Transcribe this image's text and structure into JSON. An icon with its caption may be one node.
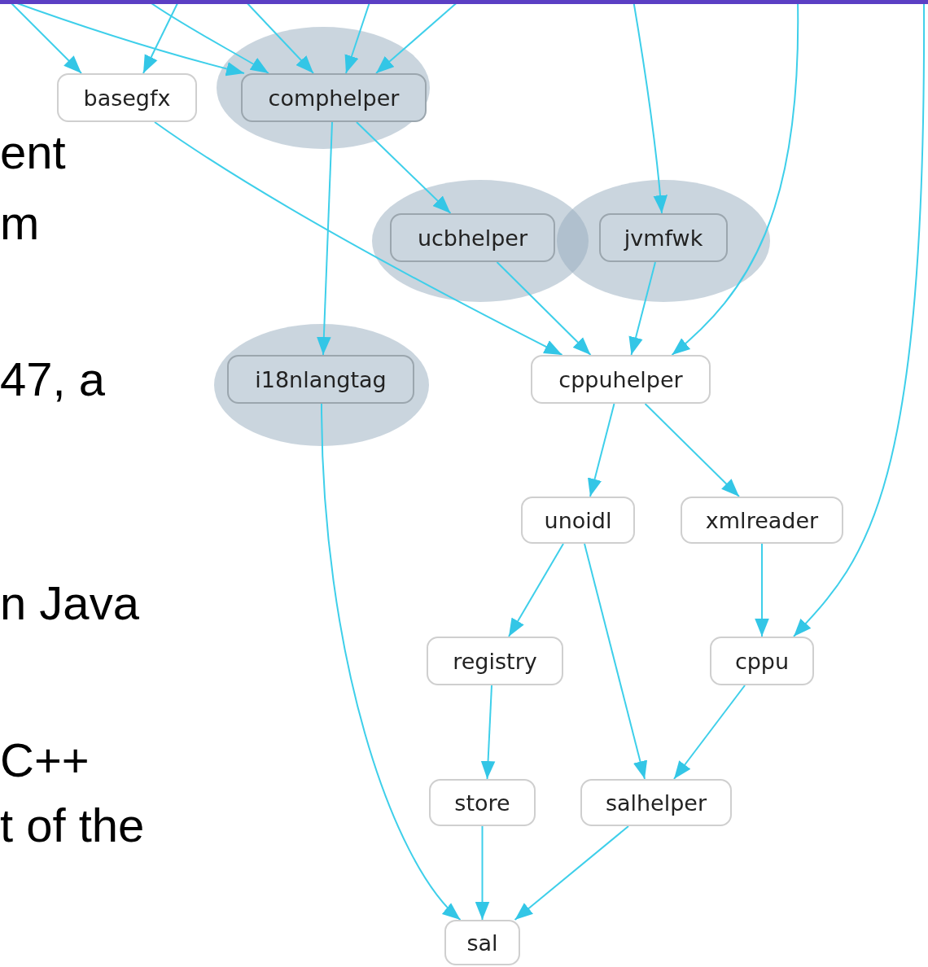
{
  "diagram": {
    "nodes": [
      {
        "text": [
          "basegfx"
        ]
      },
      {
        "text": [],
        "shape": "ellipse"
      },
      {
        "text": [
          "comphelper"
        ],
        "in": 1
      },
      {
        "text": [],
        "shape": "ellipse"
      },
      {
        "text": [
          "ucbhelper"
        ],
        "in": 3
      },
      {
        "text": [],
        "shape": "ellipse"
      },
      {
        "text": [
          "jvmfwk"
        ],
        "in": 5
      },
      {
        "text": [],
        "shape": "ellipse"
      },
      {
        "text": [
          "i18nlangtag"
        ],
        "in": 7
      },
      {
        "text": [
          "cppuhelper"
        ]
      },
      {
        "text": [
          "unoidl"
        ]
      },
      {
        "text": [
          "xmlreader"
        ]
      },
      {
        "text": [
          "registry"
        ]
      },
      {
        "text": [
          "cppu"
        ]
      },
      {
        "text": [
          "store"
        ]
      },
      {
        "text": [
          "salhelper"
        ]
      },
      {
        "text": [
          "sal"
        ]
      }
    ],
    "edges": [
      {
        "from": null,
        "to": 0,
        "arrow": "to"
      },
      {
        "from": null,
        "to": 0,
        "arrow": "to"
      },
      {
        "from": null,
        "to": 2,
        "arrow": "to"
      },
      {
        "from": null,
        "to": 2,
        "arrow": "to"
      },
      {
        "from": null,
        "to": 2,
        "arrow": "to"
      },
      {
        "from": null,
        "to": 2,
        "arrow": "to"
      },
      {
        "from": null,
        "to": 2,
        "arrow": "to"
      },
      {
        "from": null,
        "to": 6,
        "arrow": "to"
      },
      {
        "from": null,
        "to": 9,
        "arrow": "to"
      },
      {
        "from": null,
        "to": 13,
        "arrow": "to"
      },
      {
        "from": 0,
        "to": 9,
        "arrow": "to"
      },
      {
        "from": 2,
        "to": 4,
        "arrow": "to"
      },
      {
        "from": 2,
        "to": 8,
        "arrow": "to"
      },
      {
        "from": 4,
        "to": 9,
        "arrow": "to"
      },
      {
        "from": 6,
        "to": 9,
        "arrow": "to"
      },
      {
        "from": 9,
        "to": 10,
        "arrow": "to"
      },
      {
        "from": 9,
        "to": 11,
        "arrow": "to"
      },
      {
        "from": 10,
        "to": 12,
        "arrow": "to"
      },
      {
        "from": 10,
        "to": 15,
        "arrow": "to"
      },
      {
        "from": 11,
        "to": 13,
        "arrow": "to"
      },
      {
        "from": 12,
        "to": 14,
        "arrow": "to"
      },
      {
        "from": 13,
        "to": 15,
        "arrow": "to"
      },
      {
        "from": 14,
        "to": 16,
        "arrow": "to"
      },
      {
        "from": 15,
        "to": 16,
        "arrow": "to"
      },
      {
        "from": 8,
        "to": 16,
        "arrow": "to"
      }
    ],
    "labels": [
      "ent",
      "m",
      "47, a",
      "n Java",
      "C++",
      "t of the"
    ]
  }
}
